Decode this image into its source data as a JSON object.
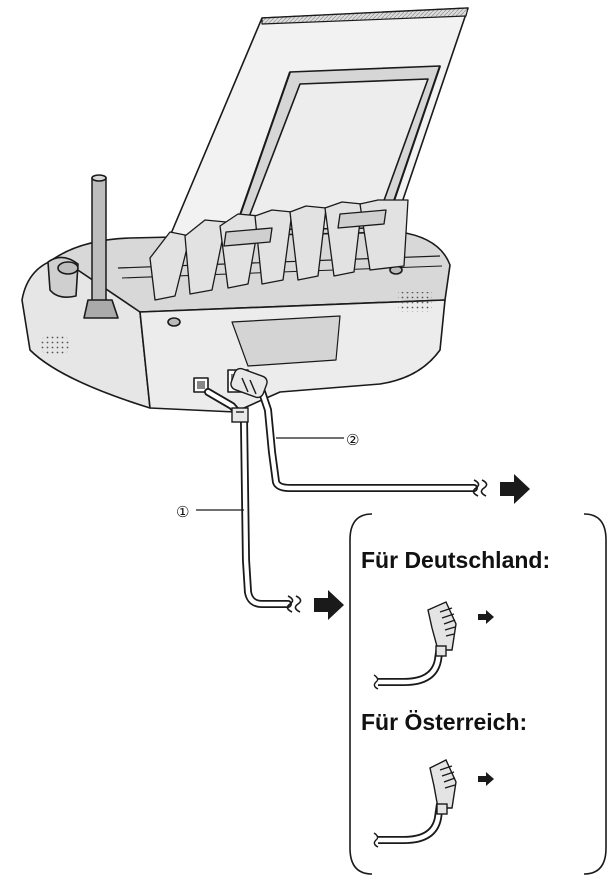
{
  "callouts": {
    "one": "①",
    "two": "②"
  },
  "panel": {
    "heading_germany": "Für Deutschland:",
    "heading_austria": "Für Österreich:"
  },
  "colors": {
    "line": "#1a1a1a",
    "cable_fill": "#ffffff",
    "device_light": "#e6e6e6",
    "device_mid": "#cfcfcf",
    "device_dark": "#9a9a9a"
  },
  "icons": [
    "arrow-right-icon",
    "antenna-icon",
    "fax-machine",
    "tae-plug-icon"
  ]
}
